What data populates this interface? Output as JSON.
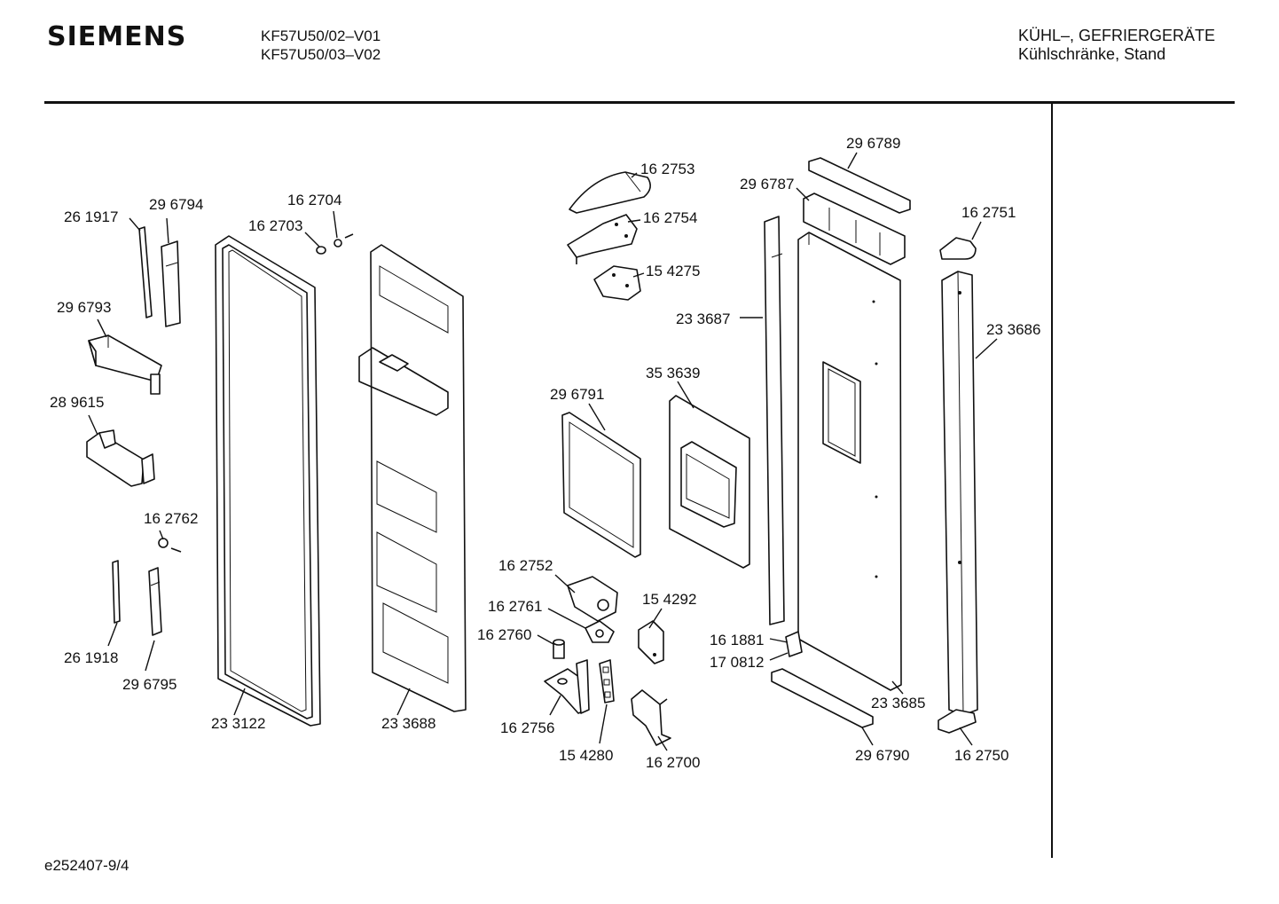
{
  "header": {
    "brand": "SIEMENS",
    "model_line_1": "KF57U50/02–V01",
    "model_line_2": "KF57U50/03–V02",
    "category_line_1": "KÜHL–, GEFRIERGERÄTE",
    "category_line_2": "Kühlschränke, Stand"
  },
  "footer": {
    "drawing_id": "e252407-9/4"
  },
  "parts": [
    "26 1917",
    "29 6794",
    "16 2704",
    "16 2703",
    "29 6793",
    "28 9615",
    "16 2762",
    "26 1918",
    "29 6795",
    "23 3122",
    "23 3688",
    "16 2753",
    "16 2754",
    "15 4275",
    "29 6791",
    "35 3639",
    "16 2752",
    "16 2761",
    "16 2760",
    "15 4292",
    "16 2756",
    "15 4280",
    "16 2700",
    "29 6789",
    "29 6787",
    "23 3687",
    "16 1881",
    "17 0812",
    "23 3685",
    "29 6790",
    "16 2751",
    "23 3686",
    "16 2750"
  ]
}
